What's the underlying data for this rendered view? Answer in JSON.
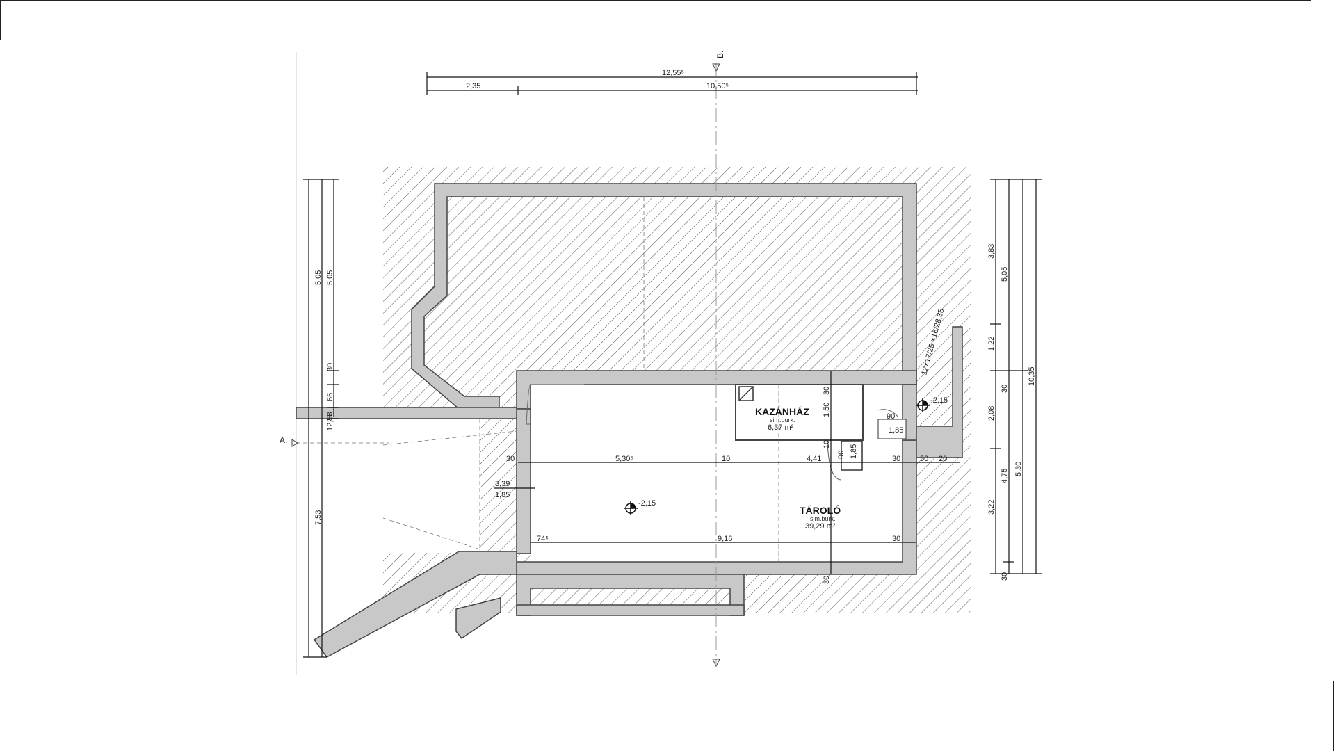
{
  "rooms": [
    {
      "name": "KAZÁNHÁZ",
      "note": "sim.burk.",
      "area": "6,37 m²"
    },
    {
      "name": "TÁROLÓ",
      "note": "sim.burk.",
      "area": "39,29 m²"
    }
  ],
  "levels": {
    "main": "-2,15",
    "stair": "-2,15"
  },
  "section_marks": {
    "a": "A.",
    "b": "B."
  },
  "dims": {
    "top_total": "12,55⁵",
    "top_left": "2,35",
    "top_right": "10,50⁵",
    "inner_h1_a": "30",
    "inner_h1_b": "5,30⁵",
    "inner_h1_c": "10",
    "inner_h1_d": "4,41",
    "inner_h1_e": "30",
    "inner_h1_f": "50",
    "inner_h1_g": "20",
    "inner_h2_a": "74⁵",
    "inner_h2_b": "9,16",
    "inner_h2_c": "30",
    "open_a": "3,39",
    "open_b": "1,85",
    "left_a": "5,05",
    "left_b": "5,05",
    "left_c": "30",
    "left_d": "66",
    "left_e": "12,58",
    "left_f": "25",
    "left_g": "7,53",
    "right_a": "3,83",
    "right_b": "5,05",
    "right_c": "1,22",
    "right_d": "30",
    "right_e": "10,35",
    "right_f": "2,08",
    "right_g": "4,75",
    "right_h": "5,30",
    "right_i": "3,22",
    "right_j": "30",
    "v_a": "30",
    "v_b": "1,50",
    "v_c": "10",
    "v_d": "30",
    "door_a": "90",
    "door_b": "1,85",
    "door_c": "90",
    "door_d": "1,85",
    "stair": "12×17/25\n×16/28,35"
  }
}
